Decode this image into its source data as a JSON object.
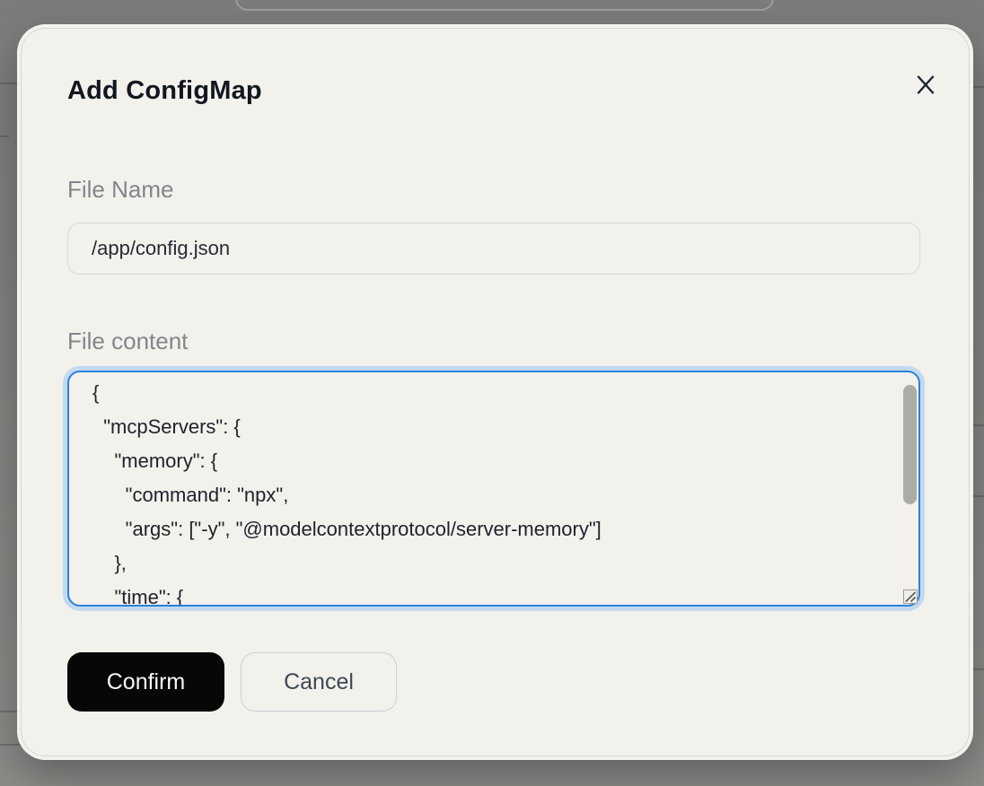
{
  "colors": {
    "overlay_top": "#7c7c7a",
    "overlay_bottom": "#8b8b88",
    "modal_bg": "#f2f1ec",
    "title_text": "#12161f",
    "label_text": "#84858c",
    "input_border": "#d9d9d4",
    "input_text": "#262a33",
    "focus_blue": "#2b82d9",
    "focus_glow": "#a9cdf2",
    "scroll_thumb": "#ababa8",
    "confirm_bg": "#070707",
    "confirm_text": "#f8f8f6",
    "cancel_border": "#cdced9",
    "cancel_text": "#404754",
    "close_icon": "#1b2231"
  },
  "modal": {
    "title": "Add ConfigMap",
    "icons": {
      "close": "✕",
      "resize_handle": "diagonal-grip"
    },
    "fields": {
      "file_name": {
        "label": "File Name",
        "value": "/app/config.json"
      },
      "file_content": {
        "label": "File content",
        "value": "{\n  \"mcpServers\": {\n    \"memory\": {\n      \"command\": \"npx\",\n      \"args\": [\"-y\", \"@modelcontextprotocol/server-memory\"]\n    },\n    \"time\": {"
      }
    },
    "actions": {
      "confirm": "Confirm",
      "cancel": "Cancel"
    }
  }
}
